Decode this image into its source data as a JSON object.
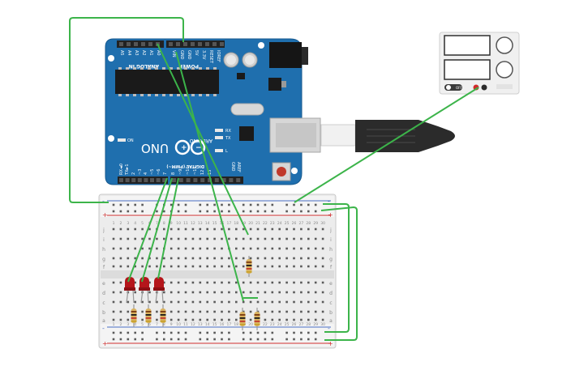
{
  "arduino": {
    "board_name": "UNO",
    "maker_text": "ARDUINO",
    "on_label": "ON",
    "tx_label": "TX",
    "rx_label": "RX",
    "l_label": "L",
    "analog_in_label": "ANALOG IN",
    "power_label": "POWER",
    "digital_label": "DIGITAL (PWM~)",
    "aref_label": "AREF",
    "gnd_label": "GND",
    "analog_pins": [
      "A5",
      "A4",
      "A3",
      "A2",
      "A1",
      "A0"
    ],
    "power_pins": [
      "VIN",
      "GND",
      "GND",
      "5V",
      "3.3V",
      "RESET",
      "IOREF"
    ],
    "digital_pins": [
      "RX◄0",
      "TX►1",
      "2",
      "~3",
      "4",
      "~5",
      "~6",
      "7",
      "8",
      "~9",
      "~10",
      "~11",
      "12",
      "13"
    ]
  },
  "breadboard": {
    "row_letters_top": [
      "j",
      "i",
      "h",
      "g",
      "f"
    ],
    "row_letters_bottom": [
      "e",
      "d",
      "c",
      "b",
      "a"
    ],
    "rail_minus": "-",
    "rail_plus": "+",
    "column_numbers": [
      "1",
      "2",
      "3",
      "4",
      "5",
      "6",
      "7",
      "8",
      "9",
      "10",
      "11",
      "12",
      "13",
      "14",
      "15",
      "16",
      "17",
      "18",
      "19",
      "20",
      "21",
      "22",
      "23",
      "24",
      "25",
      "26",
      "27",
      "28",
      "29",
      "30"
    ]
  },
  "power_supply": {
    "off_label": "OFF"
  },
  "colors": {
    "wire": "#3cb44a",
    "arduino_board": "#1f6fae",
    "led": "#b5161b",
    "resistor_body": "#d9b25f",
    "usb_cable": "#2b2b2b"
  }
}
